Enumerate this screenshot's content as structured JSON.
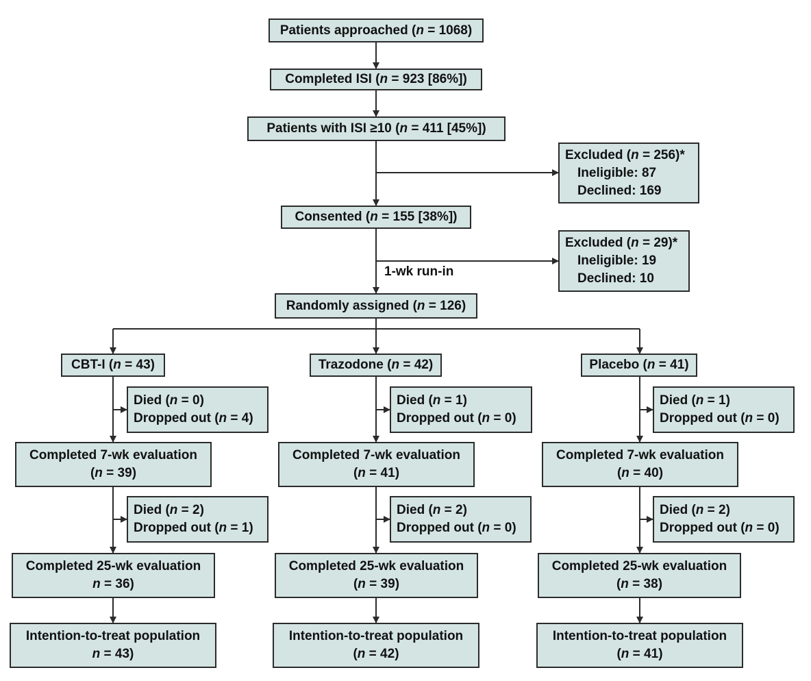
{
  "top": {
    "approached": "Patients approached (n = 1068)",
    "completed_isi": "Completed ISI (n = 923 [86%])",
    "isi_ge10": "Patients with ISI ≥10 (n = 411 [45%])",
    "excluded1": {
      "title": "Excluded (n = 256)*",
      "ineligible": "Ineligible: 87",
      "declined": "Declined: 169"
    },
    "consented": "Consented (n = 155 [38%])",
    "run_in_label": "1-wk run-in",
    "excluded2": {
      "title": "Excluded (n = 29)*",
      "ineligible": "Ineligible: 19",
      "declined": "Declined: 10"
    },
    "randomized": "Randomly assigned (n = 126)"
  },
  "arms": [
    {
      "name": "CBT-I (n = 43)",
      "loss1": {
        "died": "Died (n = 0)",
        "dropped": "Dropped out (n = 4)"
      },
      "eval7": {
        "title": "Completed 7-wk evaluation",
        "n": "(n = 39)"
      },
      "loss2": {
        "died": "Died (n = 2)",
        "dropped": "Dropped out (n = 1)"
      },
      "eval25": {
        "title": "Completed 25-wk evaluation",
        "n": "n = 36)"
      },
      "itt": {
        "title": "Intention-to-treat population",
        "n": "n = 43)"
      }
    },
    {
      "name": "Trazodone (n = 42)",
      "loss1": {
        "died": "Died (n = 1)",
        "dropped": "Dropped out (n = 0)"
      },
      "eval7": {
        "title": "Completed 7-wk evaluation",
        "n": "(n = 41)"
      },
      "loss2": {
        "died": "Died (n = 2)",
        "dropped": "Dropped out (n = 0)"
      },
      "eval25": {
        "title": "Completed 25-wk evaluation",
        "n": "(n = 39)"
      },
      "itt": {
        "title": "Intention-to-treat population",
        "n": "(n = 42)"
      }
    },
    {
      "name": "Placebo (n = 41)",
      "loss1": {
        "died": "Died (n = 1)",
        "dropped": "Dropped out (n = 0)"
      },
      "eval7": {
        "title": "Completed 7-wk evaluation",
        "n": "(n = 40)"
      },
      "loss2": {
        "died": "Died (n = 2)",
        "dropped": "Dropped out (n = 0)"
      },
      "eval25": {
        "title": "Completed 25-wk evaluation",
        "n": "(n = 38)"
      },
      "itt": {
        "title": "Intention-to-treat population",
        "n": "(n = 41)"
      }
    }
  ],
  "colors": {
    "box_fill": "#d3e4e3",
    "line": "#2b2b2b"
  }
}
